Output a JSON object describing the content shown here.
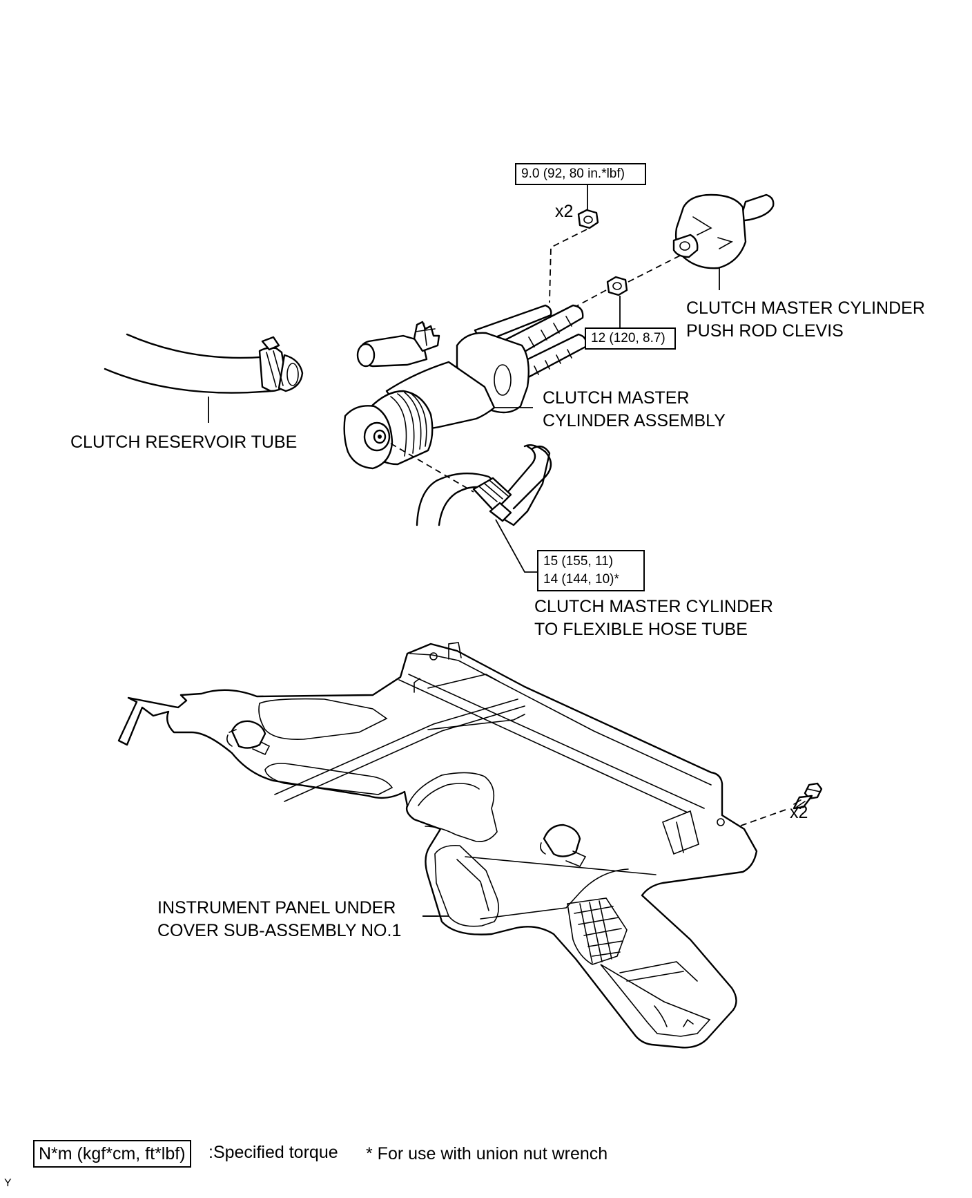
{
  "torque": {
    "nut_top": "9.0 (92, 80 in.*lbf)",
    "nut_mid": "12 (120, 8.7)",
    "tube_line1": "15 (155, 11)",
    "tube_line2": "14 (144, 10)*"
  },
  "quantities": {
    "nuts": "x2",
    "screws": "x2"
  },
  "labels": {
    "push_rod_clevis": [
      "CLUTCH MASTER CYLINDER",
      "PUSH ROD CLEVIS"
    ],
    "master_cylinder": [
      "CLUTCH MASTER",
      "CYLINDER ASSEMBLY"
    ],
    "reservoir_tube": "CLUTCH RESERVOIR TUBE",
    "hose_tube": [
      "CLUTCH MASTER CYLINDER",
      "TO FLEXIBLE HOSE TUBE"
    ],
    "under_cover": [
      "INSTRUMENT PANEL UNDER",
      "COVER SUB-ASSEMBLY NO.1"
    ]
  },
  "legend": {
    "unit_box": "N*m (kgf*cm, ft*lbf)",
    "unit_text": ":Specified torque",
    "note": "* For use with union nut wrench"
  },
  "corner_mark": "Y"
}
